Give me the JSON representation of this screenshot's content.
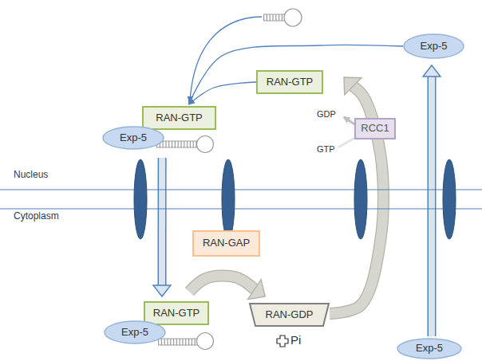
{
  "diagram": {
    "nodes": [
      {
        "text": [
          "Exp-5"
        ]
      },
      {
        "text": [
          "RAN-GTP"
        ]
      },
      {
        "text": [
          "RAN-GTP"
        ]
      },
      {
        "text": [
          "Exp-5"
        ]
      },
      {
        "text": [
          "RCC1"
        ]
      },
      {
        "text": [
          "RAN-GAP"
        ]
      },
      {
        "text": [
          "RAN-GTP"
        ]
      },
      {
        "text": [
          "Exp-5"
        ]
      },
      {
        "text": [
          "RAN-GDP"
        ]
      },
      {
        "text": [
          "Exp-5"
        ]
      }
    ],
    "edges": [
      {
        "from": 0,
        "to": 2,
        "arrow": "to"
      },
      {
        "from": 1,
        "to": 2,
        "arrow": "to"
      },
      {
        "from": 2,
        "to": 6,
        "arrow": "to"
      },
      {
        "from": 6,
        "to": 8,
        "arrow": "to"
      },
      {
        "from": 8,
        "to": 1,
        "arrow": "to"
      },
      {
        "from": 9,
        "to": 0,
        "arrow": "to"
      }
    ],
    "labels": [
      "GDP",
      "GTP",
      "Nucleus",
      "Cytoplasm",
      "Pi"
    ]
  }
}
